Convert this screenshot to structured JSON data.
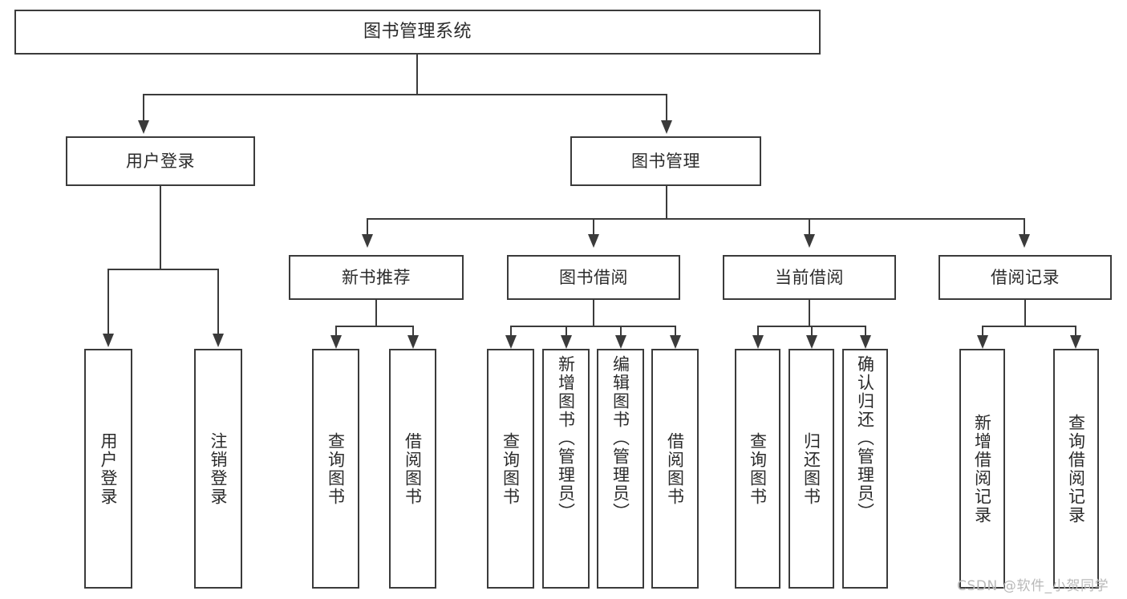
{
  "diagram": {
    "title": "图书管理系统",
    "type": "function-structure-tree",
    "watermark": "CSDN @软件_小贺同学",
    "colors": {
      "stroke": "#3b3b3b",
      "box_fill": "#ffffff",
      "text": "#2b2b2b",
      "watermark": "#b9b9b9",
      "background": "#ffffff"
    },
    "nodes": {
      "root": {
        "label": "图书管理系统"
      },
      "level1": [
        {
          "label": "用户登录"
        },
        {
          "label": "图书管理"
        }
      ],
      "level2": [
        {
          "label": "新书推荐"
        },
        {
          "label": "图书借阅"
        },
        {
          "label": "当前借阅"
        },
        {
          "label": "借阅记录"
        }
      ],
      "leaves": {
        "user_login": [
          {
            "label": "用户登录"
          },
          {
            "label": "注销登录"
          }
        ],
        "new_book_recommend": [
          {
            "label": "查询图书"
          },
          {
            "label": "借阅图书"
          }
        ],
        "book_borrow": [
          {
            "label": "查询图书"
          },
          {
            "label": "新增图书（管理员）"
          },
          {
            "label": "编辑图书（管理员）"
          },
          {
            "label": "借阅图书"
          }
        ],
        "current_borrow": [
          {
            "label": "查询图书"
          },
          {
            "label": "归还图书"
          },
          {
            "label": "确认归还（管理员）"
          }
        ],
        "borrow_record": [
          {
            "label": "新增借阅记录"
          },
          {
            "label": "查询借阅记录"
          }
        ]
      }
    }
  }
}
